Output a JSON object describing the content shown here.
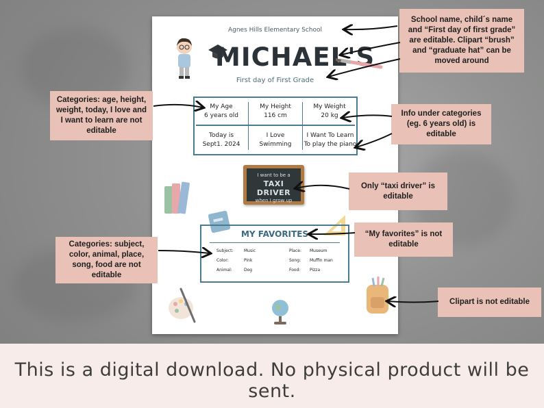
{
  "poster": {
    "school": "Agnes Hills Elementary School",
    "child_name": "MICHAEL'S",
    "subtitle": "First day of First Grade",
    "stats": [
      {
        "label": "My Age",
        "value": "6 years old"
      },
      {
        "label": "My Height",
        "value": "116 cm"
      },
      {
        "label": "My Weight",
        "value": "20 kg"
      },
      {
        "label": "Today is",
        "value": "Sept1. 2024"
      },
      {
        "label": "I Love",
        "value": "Swimming"
      },
      {
        "label": "I Want To Learn",
        "value": "To play the piano"
      }
    ],
    "chalkboard": {
      "line1": "I want to be a",
      "line2": "TAXI DRIVER",
      "line3": "when I grow up"
    },
    "favorites": {
      "title": "MY FAVORITES",
      "left": [
        {
          "k": "Subject:",
          "v": "Music"
        },
        {
          "k": "Color:",
          "v": "Pink"
        },
        {
          "k": "Animal:",
          "v": "Dog"
        }
      ],
      "right": [
        {
          "k": "Place:",
          "v": "Museum"
        },
        {
          "k": "Song:",
          "v": "Muffin man"
        },
        {
          "k": "Food:",
          "v": "Pizza"
        }
      ]
    }
  },
  "notes": {
    "n1": "School name, child´s name and “First day of first grade” are editable. Clipart “brush” and “graduate hat” can be moved around",
    "n2": "Categories: age, height, weight, today, I love and I want to learn are not editable",
    "n3": "Info under categories (eg. 6 years old) is editable",
    "n4": "Only “taxi driver” is editable",
    "n5": "“My favorites” is not editable",
    "n6": "Categories: subject, color, animal, place, song, food are not editable",
    "n7": "Clipart is not editable"
  },
  "footer": "This is a digital download. No physical product will be sent."
}
